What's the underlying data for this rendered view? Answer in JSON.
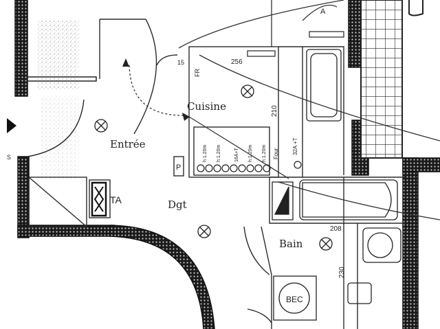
{
  "rooms": {
    "entree": "Entrée",
    "cuisine": "Cuisine",
    "dgt": "Dgt",
    "bain": "Bain"
  },
  "labels": {
    "ta": "TA",
    "bec": "BEC",
    "p": "P",
    "fr": "FR",
    "a": "A",
    "s": "S",
    "four": "Four",
    "circuit": "32A +T",
    "outlet_1": "h:1.20m",
    "outlet_2": "h:1.20m",
    "outlet_3": "16A+T",
    "outlet_4": "h:1.20m",
    "outlet_5": "h:1.20m"
  },
  "dimensions": {
    "d256": "256",
    "d210": "210",
    "d208": "208",
    "d230": "230",
    "d15": "15"
  },
  "colors": {
    "wall": "#1a1a1a",
    "line": "#2a2a2a",
    "hatch": "#555555"
  }
}
